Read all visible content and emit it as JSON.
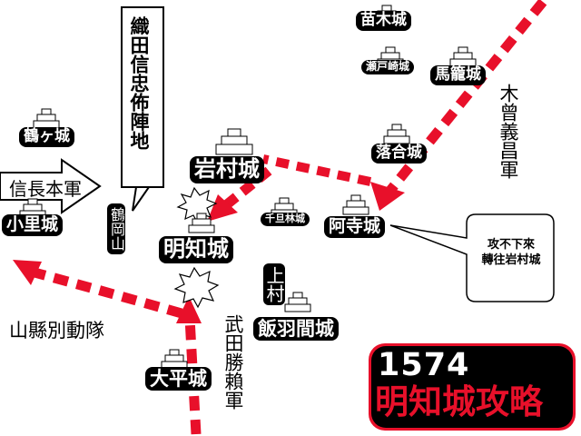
{
  "colors": {
    "attack_arrow": "#e8102a",
    "label_bg": "#000000",
    "title_red": "#e8102a"
  },
  "icons": {
    "castle": "castle-icon",
    "explosion": "explosion-icon"
  },
  "castles": {
    "naegi": "苗木城",
    "setosaki": "瀬戸崎城",
    "magome": "馬籠城",
    "tsurugajo": "鶴ヶ城",
    "ochiai": "落合城",
    "iwamura": "岩村城",
    "senkorin": "千旦林城",
    "adera": "阿寺城",
    "oshiro": "小里城",
    "akechi": "明知城",
    "iibama": "飯羽間城",
    "ohira": "大平城"
  },
  "forces": {
    "nobunaga": "信長本軍",
    "kiso": "木曾義昌軍",
    "takeda": "武田勝賴軍",
    "yamagata": "山縣別動隊"
  },
  "places": {
    "tsuruoka": "鶴岡山",
    "kamimura": "上村"
  },
  "callouts": {
    "nobutada": "織田信忠佈陣地",
    "speech_line1": "攻不下來",
    "speech_line2": "轉往岩村城"
  },
  "title": {
    "year": "1574",
    "main": "明知城攻略"
  }
}
